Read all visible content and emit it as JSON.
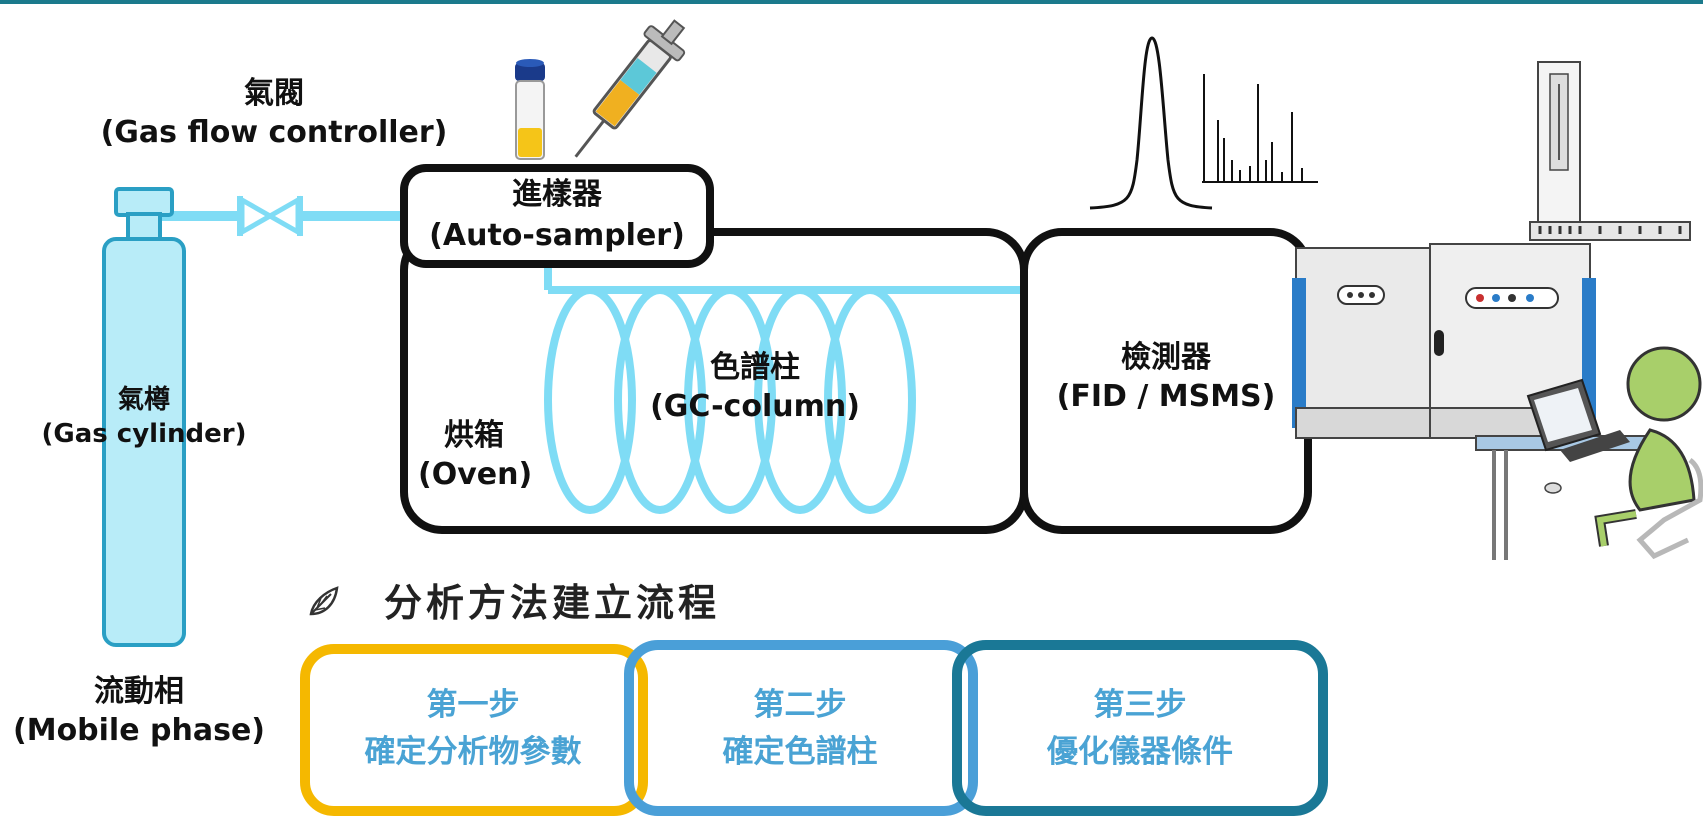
{
  "labels": {
    "gas_valve": {
      "zh": "氣閥",
      "en": "(Gas flow controller)"
    },
    "auto_sampler": {
      "zh": "進樣器",
      "en": "(Auto-sampler)"
    },
    "gas_cylinder": {
      "zh": "氣樽",
      "en": "(Gas cylinder)"
    },
    "oven": {
      "zh": "烘箱",
      "en": "(Oven)"
    },
    "gc_column": {
      "zh": "色譜柱",
      "en": "(GC-column)"
    },
    "detector": {
      "zh": "檢測器",
      "en": "(FID / MSMS)"
    },
    "mobile_phase": {
      "zh": "流動相",
      "en": "(Mobile phase)"
    }
  },
  "section": {
    "title": "分析方法建立流程",
    "bullet_icon": "leaf-icon"
  },
  "steps": [
    {
      "title": "第一步",
      "desc": "確定分析物參數",
      "color": "#f5b800",
      "text_color": "#4aa3d4"
    },
    {
      "title": "第二步",
      "desc": "確定色譜柱",
      "color": "#4a9fd8",
      "text_color": "#4aa3d4"
    },
    {
      "title": "第三步",
      "desc": "優化儀器條件",
      "color": "#1a7896",
      "text_color": "#4aa3d4"
    }
  ],
  "colors": {
    "accent_bar": "#1b7a8c",
    "tubing": "#7fdcf5",
    "cylinder_fill": "#b8ecf8",
    "cylinder_stroke": "#2a9fc4"
  },
  "icons": [
    "syringe-icon",
    "vial-icon",
    "chromatogram-peak-icon",
    "mass-spectrum-icon",
    "gc-instrument-icon",
    "operator-at-computer-icon",
    "valve-icon"
  ]
}
